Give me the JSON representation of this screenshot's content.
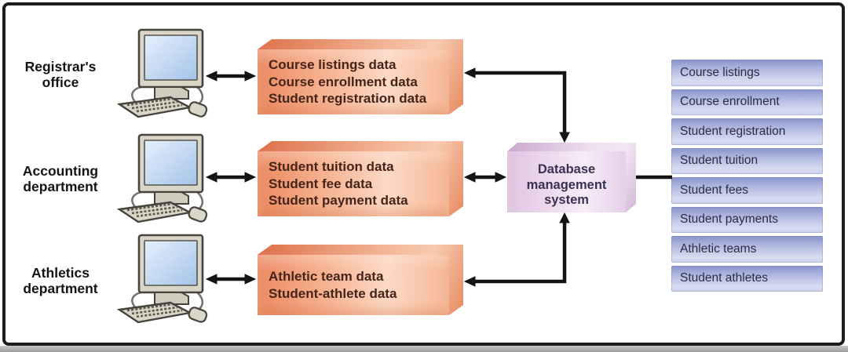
{
  "figure": {
    "departments": [
      {
        "label": "Registrar's\noffice",
        "data_items": [
          "Course listings data",
          "Course enrollment data",
          "Student registration data"
        ]
      },
      {
        "label": "Accounting\ndepartment",
        "data_items": [
          "Student tuition data",
          "Student fee data",
          "Student payment data"
        ]
      },
      {
        "label": "Athletics\ndepartment",
        "data_items": [
          "Athletic team data",
          "Student-athlete data"
        ]
      }
    ],
    "dbms_label": "Database\nmanagement\nsystem",
    "database_tables": [
      "Course listings",
      "Course enrollment",
      "Student registration",
      "Student tuition",
      "Student fees",
      "Student payments",
      "Athletic teams",
      "Student athletes"
    ],
    "colors": {
      "data_box": "#f2a583",
      "dbms_box": "#eadcf0",
      "table_box": "#9aa5d4",
      "arrow": "#141414"
    }
  }
}
